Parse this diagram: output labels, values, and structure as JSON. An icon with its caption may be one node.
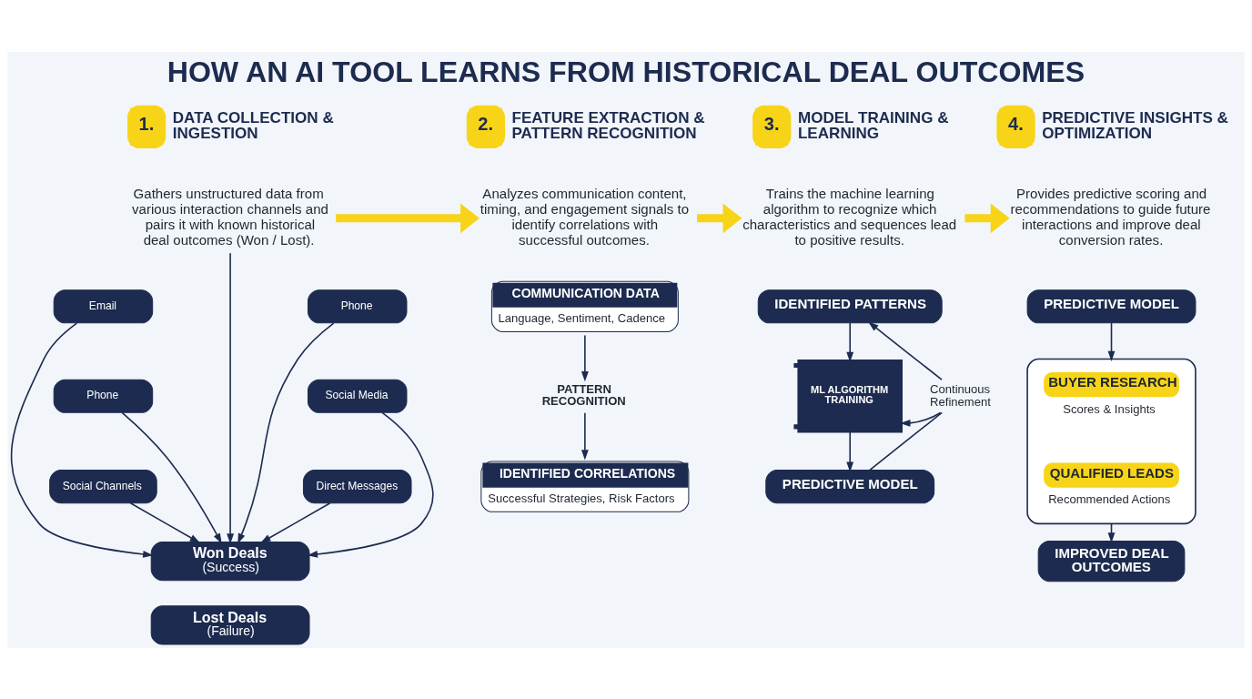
{
  "diagram": {
    "title": "HOW AN AI TOOL LEARNS FROM HISTORICAL DEAL OUTCOMES",
    "nodes": [
      {
        "text": [
          "1.",
          "DATA COLLECTION & INGESTION"
        ]
      },
      {
        "text": [
          "Gathers unstructured data from various interaction channels and pairs it with known historical deal outcomes (Won / Lost)."
        ]
      },
      {
        "text": [
          "Email"
        ]
      },
      {
        "text": [
          "Phone"
        ]
      },
      {
        "text": [
          "Phone"
        ]
      },
      {
        "text": [
          "Social Media"
        ]
      },
      {
        "text": [
          "Social Channels"
        ]
      },
      {
        "text": [
          "Direct Messages"
        ]
      },
      {
        "text": [
          "Won Deals",
          "(Success)"
        ]
      },
      {
        "text": [
          "Lost Deals",
          "(Failure)"
        ]
      },
      {
        "text": [
          "2.",
          "FEATURE EXTRACTION & PATTERN RECOGNITION"
        ]
      },
      {
        "text": [
          "Analyzes communication content, timing, and engagement signals to identify correlations with successful outcomes."
        ]
      },
      {
        "text": [
          "COMMUNICATION DATA",
          "Language, Sentiment, Cadence"
        ]
      },
      {
        "text": [
          "PATTERN RECOGNITION"
        ]
      },
      {
        "text": [
          "IDENTIFIED CORRELATIONS",
          "Successful Strategies, Risk Factors"
        ]
      },
      {
        "text": [
          "3.",
          "MODEL TRAINING & LEARNING"
        ]
      },
      {
        "text": [
          "Trains the machine learning algorithm to recognize which characteristics and sequences lead to positive results."
        ]
      },
      {
        "text": [
          "IDENTIFIED PATTERNS"
        ]
      },
      {
        "text": [
          "ML ALGORITHM TRAINING"
        ]
      },
      {
        "text": [
          "Continuous Refinement"
        ]
      },
      {
        "text": [
          "PREDICTIVE MODEL"
        ]
      },
      {
        "text": [
          "4.",
          "PREDICTIVE INSIGHTS & OPTIMIZATION"
        ]
      },
      {
        "text": [
          "Provides predictive scoring and recommendations to guide future interactions and improve deal conversion rates."
        ]
      },
      {
        "text": [
          "PREDICTIVE MODEL"
        ]
      },
      {
        "text": [],
        "shape": "box"
      },
      {
        "text": [
          "BUYER RESEARCH"
        ],
        "in": 24,
        "beside": [
          "Scores & Insights"
        ]
      },
      {
        "text": [
          "QUALIFIED LEADS"
        ],
        "in": 24,
        "beside": [
          "Recommended Actions"
        ]
      },
      {
        "text": [
          "IMPROVED DEAL OUTCOMES"
        ]
      }
    ],
    "edges": [
      {
        "from": 1,
        "to": 8,
        "arrow": "to"
      },
      {
        "from": 2,
        "to": 8,
        "arrow": "to"
      },
      {
        "from": 3,
        "to": 8,
        "arrow": "to"
      },
      {
        "from": 4,
        "to": 8,
        "arrow": "to"
      },
      {
        "from": 5,
        "to": 8,
        "arrow": "to"
      },
      {
        "from": 6,
        "to": 8,
        "arrow": "to"
      },
      {
        "from": 7,
        "to": 8,
        "arrow": "to"
      },
      {
        "from": 1,
        "to": 11,
        "arrow": "to",
        "style": "thick",
        "color": "#f7d417"
      },
      {
        "from": 12,
        "to": 13,
        "arrow": "to"
      },
      {
        "from": 13,
        "to": 14,
        "arrow": "to"
      },
      {
        "from": 11,
        "to": 16,
        "arrow": "to",
        "style": "thick",
        "color": "#f7d417"
      },
      {
        "from": 17,
        "to": 18,
        "arrow": "to"
      },
      {
        "from": 18,
        "to": 20,
        "arrow": "to"
      },
      {
        "from": 20,
        "to": 19,
        "arrow": "none"
      },
      {
        "from": 19,
        "to": 17,
        "arrow": "to"
      },
      {
        "from": 19,
        "to": 18,
        "arrow": "to"
      },
      {
        "from": 16,
        "to": 22,
        "arrow": "to",
        "style": "thick",
        "color": "#f7d417"
      },
      {
        "from": 23,
        "to": 24,
        "arrow": "to"
      },
      {
        "from": 24,
        "to": 27,
        "arrow": "to"
      }
    ]
  }
}
